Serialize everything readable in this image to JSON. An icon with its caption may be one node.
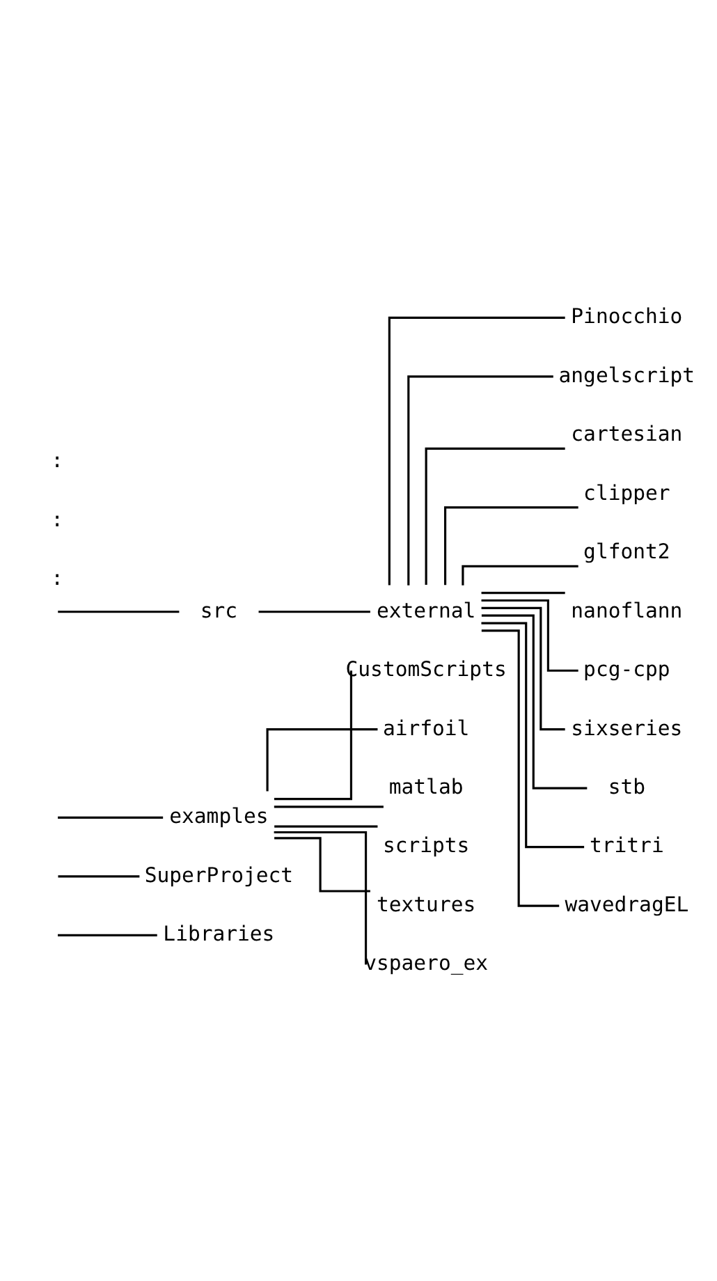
{
  "diagram": {
    "nodes": [
      {
        "text": [
          "Libraries"
        ]
      },
      {
        "text": [
          "SuperProject"
        ]
      },
      {
        "text": [
          "examples"
        ]
      },
      {
        "text": [
          "CustomScripts"
        ]
      },
      {
        "text": [
          "airfoil"
        ]
      },
      {
        "text": [
          "matlab"
        ]
      },
      {
        "text": [
          "scripts"
        ]
      },
      {
        "text": [
          "textures"
        ]
      },
      {
        "text": [
          "vspaero_ex"
        ]
      },
      {
        "text": [
          "src"
        ]
      },
      {
        "text": [
          "external"
        ]
      },
      {
        "text": [
          "Pinocchio"
        ]
      },
      {
        "text": [
          "angelscript"
        ]
      },
      {
        "text": [
          "cartesian"
        ]
      },
      {
        "text": [
          "clipper"
        ]
      },
      {
        "text": [
          "glfont2"
        ]
      },
      {
        "text": [
          "nanoflann"
        ]
      },
      {
        "text": [
          "pcg-cpp"
        ]
      },
      {
        "text": [
          "sixseries"
        ]
      },
      {
        "text": [
          "stb"
        ]
      },
      {
        "text": [
          "tritri"
        ]
      },
      {
        "text": [
          "wavedragEL"
        ]
      }
    ],
    "edges": [
      {
        "from": null,
        "to": 0,
        "arrow": "none"
      },
      {
        "from": null,
        "to": 1,
        "arrow": "none"
      },
      {
        "from": null,
        "to": 2,
        "arrow": "none"
      },
      {
        "from": 2,
        "to": 3,
        "arrow": "none"
      },
      {
        "from": 2,
        "to": 4,
        "arrow": "none"
      },
      {
        "from": 2,
        "to": 5,
        "arrow": "none"
      },
      {
        "from": 2,
        "to": 6,
        "arrow": "none"
      },
      {
        "from": 2,
        "to": 7,
        "arrow": "none"
      },
      {
        "from": 2,
        "to": 8,
        "arrow": "none"
      },
      {
        "from": null,
        "to": 9,
        "arrow": "none"
      },
      {
        "from": 9,
        "to": 10,
        "arrow": "none"
      },
      {
        "from": 10,
        "to": 11,
        "arrow": "none"
      },
      {
        "from": 10,
        "to": 12,
        "arrow": "none"
      },
      {
        "from": 10,
        "to": 13,
        "arrow": "none"
      },
      {
        "from": 10,
        "to": 14,
        "arrow": "none"
      },
      {
        "from": 10,
        "to": 15,
        "arrow": "none"
      },
      {
        "from": 10,
        "to": 16,
        "arrow": "none"
      },
      {
        "from": 10,
        "to": 17,
        "arrow": "none"
      },
      {
        "from": 10,
        "to": 18,
        "arrow": "none"
      },
      {
        "from": 10,
        "to": 19,
        "arrow": "none"
      },
      {
        "from": 10,
        "to": 20,
        "arrow": "none"
      },
      {
        "from": 10,
        "to": 21,
        "arrow": "none"
      }
    ],
    "labels": [
      ":",
      ":",
      ":"
    ]
  }
}
